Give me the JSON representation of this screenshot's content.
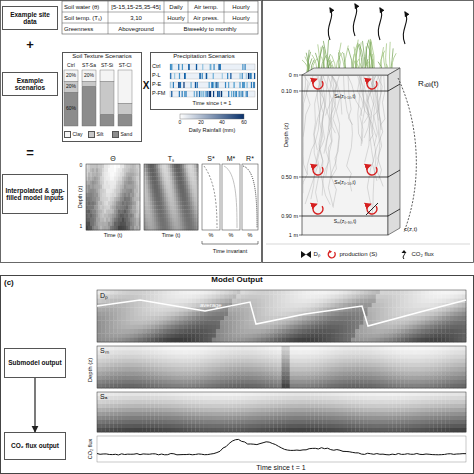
{
  "diagram": {
    "nodes": [
      {
        "text": [
          "Example site data"
        ]
      },
      {
        "text": [
          "Example scenarios"
        ]
      },
      {
        "text": [
          "Soil Texture Scenarios"
        ]
      },
      {
        "text": [
          "Precipitation Scenarios"
        ]
      },
      {
        "text": [
          "Interpolated & gap-filled model inputs"
        ]
      },
      {
        "text": [
          "Model Output"
        ]
      },
      {
        "text": [
          "Submodel output"
        ],
        "in": 5
      },
      {
        "text": [
          "CO₂ flux output"
        ],
        "in": 5
      }
    ],
    "edges": [
      {
        "from": 6,
        "to": 7,
        "arrow": "to"
      }
    ],
    "labels": [
      "Soil water (θ)",
      "[5-15,15-25,35-45]",
      "Daily",
      "Air temp.",
      "Hourly",
      "Soil temp. (Tₛ)",
      "3,10",
      "Hourly",
      "Air press.",
      "Hourly",
      "Greenness",
      "Aboveground",
      "Biweekly to monthly",
      "+",
      "Ctrl",
      "ST-Sa",
      "ST-Si",
      "ST-Cl",
      "20%",
      "20%",
      "60%",
      "20%",
      "X",
      "Ctrl",
      "P-L",
      "P-E",
      "P-FM",
      "Time since t = 1",
      "0",
      "20",
      "40",
      "60",
      "Daily Rainfall (mm)",
      "=",
      "Θ",
      "Tₛ",
      "S*",
      "M*",
      "R*",
      "Depth (z)",
      "0",
      "1",
      "Time (t)",
      "Time (t)",
      "%",
      "%",
      "%",
      "Time invariant",
      "Rₛₒᵢₗ(t)",
      "0 m",
      "0.10 m",
      "0.50 m",
      "0.90 m",
      "1 m",
      "Depth (z)",
      "Sₐ(z₀.₁₀,t)",
      "Sₐ(z₀.₅₀,t)",
      "Sₘ(z₀.₉₀,t)",
      "c(z,t)",
      "(c)",
      "Dₚ",
      "average",
      "Sₘ",
      "Sₐ",
      "CO₂ flux",
      "Depth (z)",
      "Time since t = 1"
    ],
    "legend": [
      {
        "text": "Clay",
        "color": "#f4f4f4"
      },
      {
        "text": "Silt",
        "color": "#c8c8c8"
      },
      {
        "text": "Sand",
        "color": "#8c8c8c"
      },
      {
        "text": "Dₚ"
      },
      {
        "text": "production (S)"
      },
      {
        "text": "CO₂ flux"
      }
    ]
  }
}
